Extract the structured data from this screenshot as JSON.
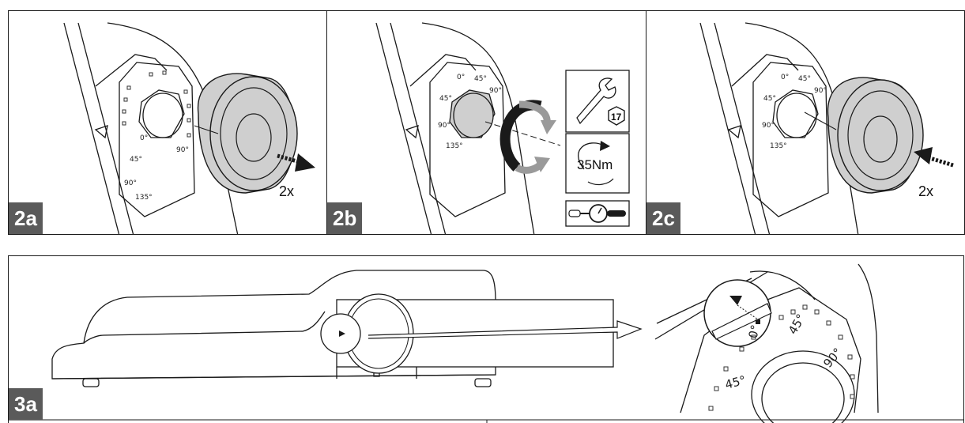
{
  "steps": {
    "a2": {
      "label": "2a",
      "multiplier": "2x"
    },
    "b2": {
      "label": "2b",
      "wrench_size": "17",
      "torque": "35Nm"
    },
    "c2": {
      "label": "2c",
      "multiplier": "2x"
    },
    "a3": {
      "label": "3a"
    }
  },
  "scale_marks": {
    "zero": "0°",
    "d45": "45°",
    "d90": "90°",
    "d135": "135°"
  },
  "colors": {
    "knob_fill": "#cfcfcf",
    "label_bg": "#5a5a5a",
    "line": "#1a1a1a"
  }
}
